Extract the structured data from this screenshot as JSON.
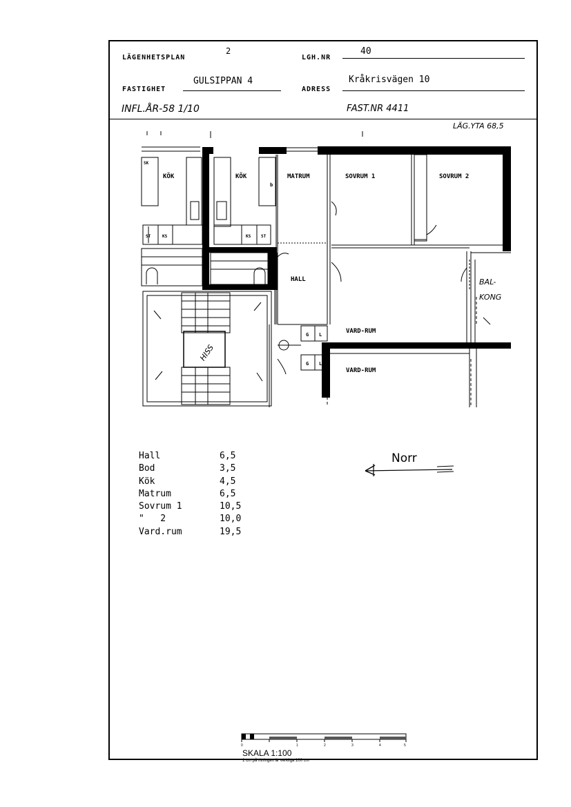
{
  "header": {
    "plan_label": "LÄGENHETSPLAN",
    "plan_no": "2",
    "apt_label": "LGH.NR",
    "apt_no": "40",
    "property_label": "FASTIGHET",
    "property_name": "GULSIPPAN 4",
    "address_label": "ADRESS",
    "address": "Kråkrisvägen 10",
    "moved_in": "INFL.ÅR-58 1/10",
    "property_no": "FAST.NR 4411"
  },
  "plan": {
    "area_note": "LÄG.YTA 68,5",
    "rooms": {
      "kitchen_left": "KÖK",
      "kitchen_right": "KÖK",
      "dining": "MATRUM",
      "bedroom1": "SOVRUM 1",
      "bedroom2": "SOVRUM 2",
      "hall": "HALL",
      "balcony_1": "BAL-",
      "balcony_2": "KONG",
      "living": "VARD-RUM",
      "living_below": "VARD-RUM",
      "lift": "HISS"
    },
    "fixtures": {
      "st_left": "ST",
      "ks_left": "KS",
      "ks_right": "KS",
      "st_right": "ST",
      "sk": "SK",
      "g": "G",
      "l": "L",
      "g2": "G",
      "l2": "L",
      "b": "b"
    }
  },
  "areas": [
    {
      "name": "Hall",
      "value": "6,5"
    },
    {
      "name": "Bod",
      "value": "3,5"
    },
    {
      "name": "Kök",
      "value": "4,5"
    },
    {
      "name": "Matrum",
      "value": "6,5"
    },
    {
      "name": "Sovrum 1",
      "value": "10,5"
    },
    {
      "name": "\"   2",
      "value": "10,0"
    },
    {
      "name": "Vard.rum",
      "value": "19,5"
    }
  ],
  "north_label": "Norr",
  "scale": {
    "label": "SKALA 1:100",
    "note": "1 cm på ritningen är verkliga 100 cm",
    "ticks": [
      "0",
      "1",
      "2",
      "3",
      "4",
      "5"
    ]
  }
}
